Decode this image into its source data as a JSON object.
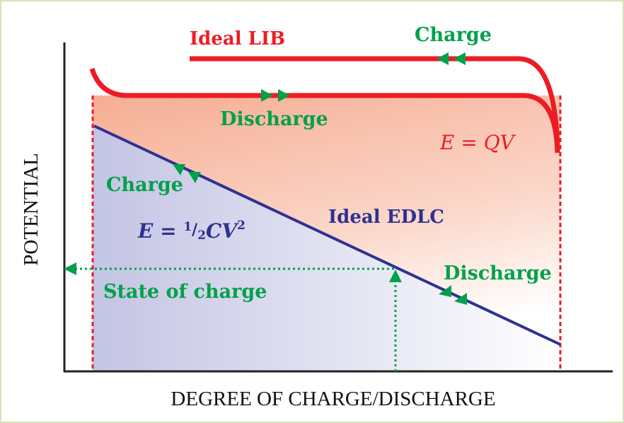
{
  "labels": {
    "ideal_lib": "Ideal LIB",
    "lib_charge": "Charge",
    "lib_discharge": "Discharge",
    "lib_energy": "E = QV",
    "edlc_charge": "Charge",
    "edlc_energy": {
      "prefix": "E = ",
      "num": "1",
      "slash": "/",
      "den": "2",
      "vars": "CV",
      "exp": "2"
    },
    "ideal_edlc": "Ideal EDLC",
    "edlc_discharge": "Discharge",
    "state_of_charge": "State of charge"
  },
  "axes": {
    "y_label": "POTENTIAL",
    "x_label": "DEGREE OF CHARGE/DISCHARGE"
  },
  "colors": {
    "lib": "#ed1c24",
    "edlc": "#2e3192",
    "arrows": "#00a14b",
    "lib_area": "#f7b096",
    "edlc_area": "#c6c6e6"
  }
}
